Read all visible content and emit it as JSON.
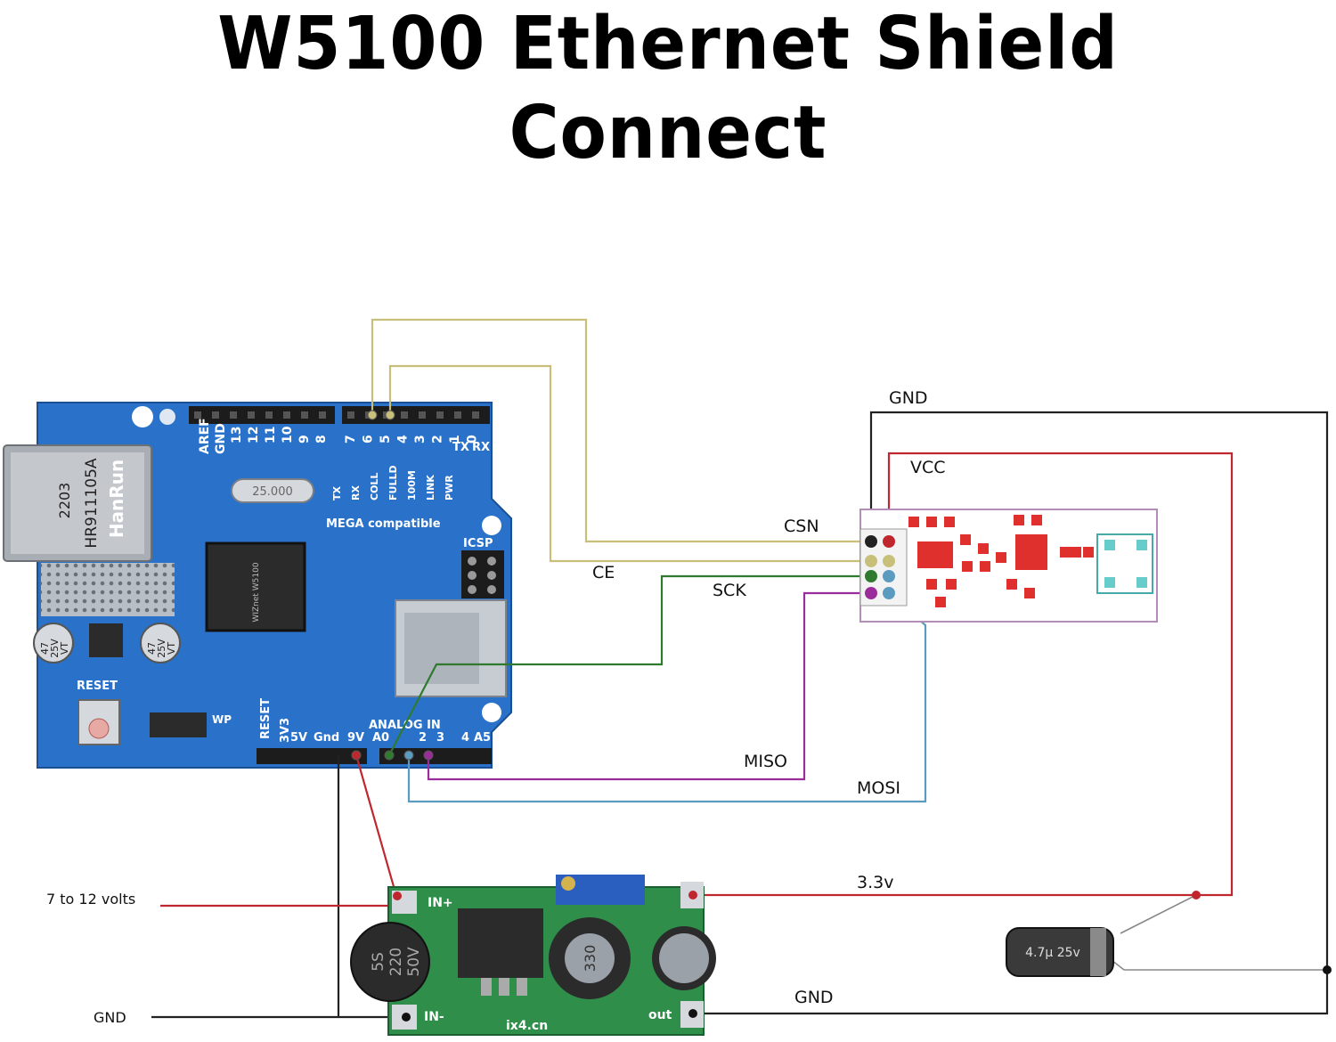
{
  "title": "W5100 Ethernet Shield Connect",
  "wire_labels": {
    "gnd_top": "GND",
    "vcc": "VCC",
    "csn": "CSN",
    "ce": "CE",
    "sck": "SCK",
    "miso": "MISO",
    "mosi": "MOSI",
    "v33": "3.3v",
    "gnd_bottom": "GND",
    "input_voltage": "7 to 12 volts",
    "gnd_left": "GND"
  },
  "shield": {
    "jack_brand": "HanRun",
    "jack_model": "HR911105A",
    "jack_code": "2203",
    "crystal": "25.000",
    "mega_compatible": "MEGA compatible",
    "icsp": "ICSP",
    "reset": "RESET",
    "aref": "AREF",
    "gnd": "GND",
    "digital_pins": [
      "13",
      "12",
      "11",
      "10",
      "9",
      "8",
      "7",
      "6",
      "5",
      "4",
      "3",
      "2",
      "1",
      "0"
    ],
    "tx": "TX",
    "rx": "RX",
    "leds": [
      "TX",
      "RX",
      "COLL",
      "FULLD",
      "100M",
      "LINK",
      "PWR"
    ],
    "power_pins": [
      "RESET",
      "3V3",
      "5V",
      "Gnd",
      "9V"
    ],
    "analog_in": "ANALOG IN",
    "analog_pins": [
      "A0",
      "2",
      "3",
      "4",
      "A5"
    ],
    "wp": "WP",
    "chip": "WIZnet W5100",
    "cap": [
      "47",
      "25V",
      "VT"
    ]
  },
  "regulator": {
    "in_plus": "IN+",
    "in_minus": "IN-",
    "out": "out",
    "cap": [
      "5S",
      "220",
      "50V"
    ],
    "inductor": "330",
    "site": "ix4.cn"
  },
  "capacitor": {
    "label": "4.7µ 25v"
  },
  "colors": {
    "yellow_wire": "#c8c07a",
    "green_wire": "#2f7a2f",
    "magenta_wire": "#9b2d9b",
    "blue_wire": "#5b9bc0",
    "red_wire": "#c0262d",
    "black_wire": "#222222",
    "board_blue": "#2a72c9"
  }
}
